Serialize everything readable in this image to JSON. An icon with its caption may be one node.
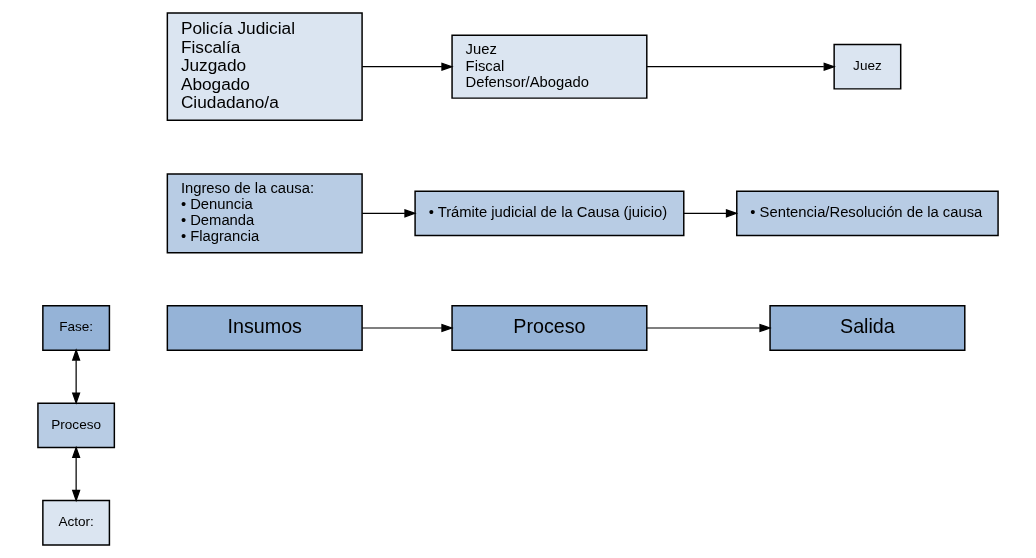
{
  "diagram": {
    "nodes": [
      {
        "text": [
          "Fase:"
        ]
      },
      {
        "text": [
          "Insumos"
        ]
      },
      {
        "text": [
          "Proceso"
        ]
      },
      {
        "text": [
          "Salida"
        ]
      },
      {
        "text": [
          "Proceso"
        ]
      },
      {
        "text": [
          "Ingreso de la causa:",
          "• Denuncia",
          "• Demanda",
          "• Flagrancia"
        ]
      },
      {
        "text": [
          "• Trámite judicial de la Causa (juicio)"
        ]
      },
      {
        "text": [
          "• Sentencia/Resolución de la causa"
        ]
      },
      {
        "text": [
          "Actor:"
        ]
      },
      {
        "text": [
          "Policía Judicial",
          "Fiscalía",
          "Juzgado",
          "Abogado",
          "Ciudadano/a"
        ]
      },
      {
        "text": [
          "Juez",
          "Fiscal",
          "Defensor/Abogado"
        ]
      },
      {
        "text": [
          "Juez"
        ]
      }
    ],
    "edges": [
      {
        "from": 1,
        "to": 2,
        "arrow": "to"
      },
      {
        "from": 2,
        "to": 3,
        "arrow": "to"
      },
      {
        "from": 0,
        "to": 4,
        "arrow": "both"
      },
      {
        "from": 5,
        "to": 6,
        "arrow": "to"
      },
      {
        "from": 6,
        "to": 7,
        "arrow": "to"
      },
      {
        "from": 4,
        "to": 8,
        "arrow": "both"
      },
      {
        "from": 9,
        "to": 10,
        "arrow": "to"
      },
      {
        "from": 10,
        "to": 11,
        "arrow": "to"
      }
    ]
  }
}
